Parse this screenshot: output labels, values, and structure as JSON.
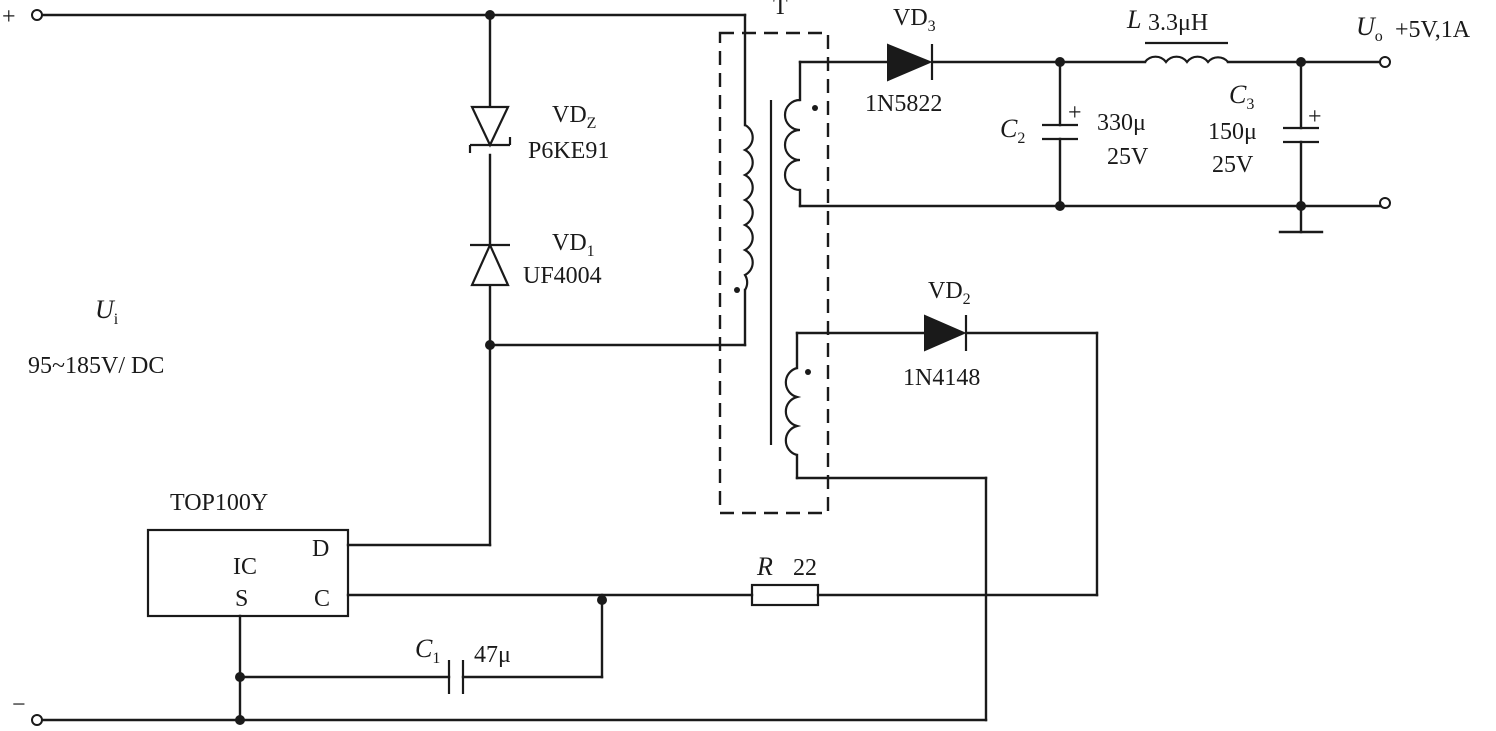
{
  "input": {
    "plus": "+",
    "minus": "−",
    "voltage_symbol": "U",
    "voltage_sub": "i",
    "voltage_range": "95~185V/ DC"
  },
  "transformer": {
    "label": "T"
  },
  "zener": {
    "name": "VD",
    "sub": "Z",
    "part": "P6KE91"
  },
  "vd1": {
    "name": "VD",
    "sub": "1",
    "part": "UF4004"
  },
  "vd2": {
    "name": "VD",
    "sub": "2",
    "part": "1N4148"
  },
  "vd3": {
    "name": "VD",
    "sub": "3",
    "part": "1N5822"
  },
  "inductor": {
    "name": "L",
    "value": "3.3μH"
  },
  "c1": {
    "name": "C",
    "sub": "1",
    "value": "47μ"
  },
  "c2": {
    "name": "C",
    "sub": "2",
    "value": "330μ",
    "voltage": "25V",
    "polarity": "+"
  },
  "c3": {
    "name": "C",
    "sub": "3",
    "value": "150μ",
    "voltage": "25V",
    "polarity": "+"
  },
  "resistor": {
    "name": "R",
    "value": "22"
  },
  "ic": {
    "part": "TOP100Y",
    "label": "IC",
    "pin_d": "D",
    "pin_c": "C",
    "pin_s": "S"
  },
  "output": {
    "symbol": "U",
    "sub": "o",
    "rating": "+5V,1A"
  }
}
